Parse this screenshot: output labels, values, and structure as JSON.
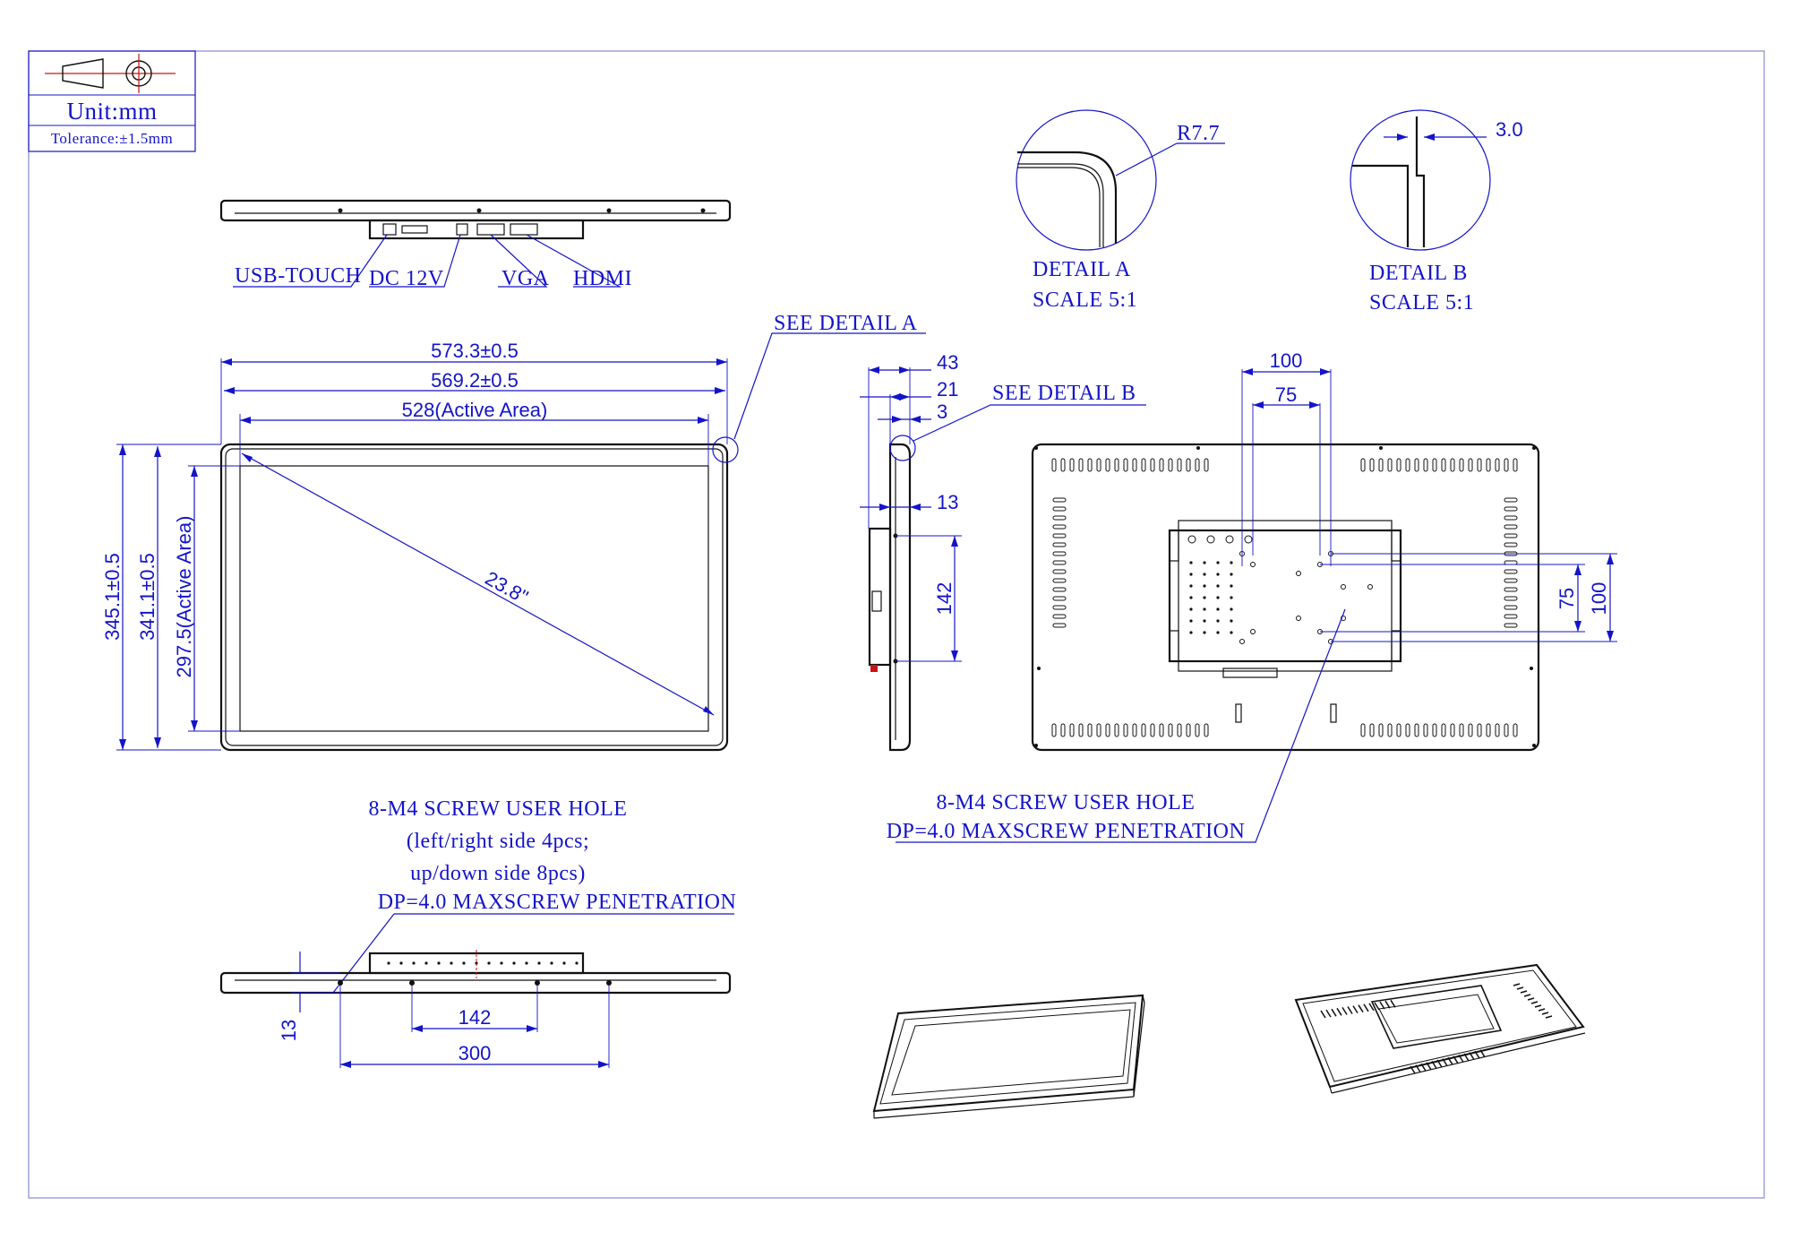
{
  "title_block": {
    "unit": "Unit:mm",
    "tolerance": "Tolerance:±1.5mm",
    "projection_icon": "third-angle-projection-icon"
  },
  "top_view": {
    "ports": [
      "USB-TOUCH",
      "DC 12V",
      "VGA",
      "HDMI"
    ]
  },
  "front_view": {
    "width_outer": "573.3±0.5",
    "width_inner": "569.2±0.5",
    "width_active": "528(Active Area)",
    "height_outer": "345.1±0.5",
    "height_inner": "341.1±0.5",
    "height_active": "297.5(Active Area)",
    "diagonal": "23.8\"",
    "detail_ref": "SEE DETAIL A"
  },
  "side_view": {
    "depth_total": "43",
    "depth_front": "21",
    "bezel": "3",
    "offset": "13",
    "hole_spacing": "142",
    "detail_ref": "SEE DETAIL B"
  },
  "detail_a": {
    "radius": "R7.7",
    "title": "DETAIL A",
    "scale": "SCALE 5:1"
  },
  "detail_b": {
    "gap": "3.0",
    "title": "DETAIL B",
    "scale": "SCALE 5:1"
  },
  "rear_view": {
    "vesa_h_outer": "100",
    "vesa_h_inner": "75",
    "vesa_v_inner": "75",
    "vesa_v_outer": "100",
    "note_line1": "8-M4 SCREW USER HOLE",
    "note_line2": "DP=4.0 MAXSCREW PENETRATION"
  },
  "bottom_view": {
    "note_line1": "8-M4 SCREW USER HOLE",
    "note_line2": "(left/right side 4pcs;",
    "note_line3": "up/down side 8pcs)",
    "note_line4": "DP=4.0 MAXSCREW PENETRATION",
    "offset": "13",
    "hole_spacing_inner": "142",
    "hole_spacing_outer": "300"
  }
}
